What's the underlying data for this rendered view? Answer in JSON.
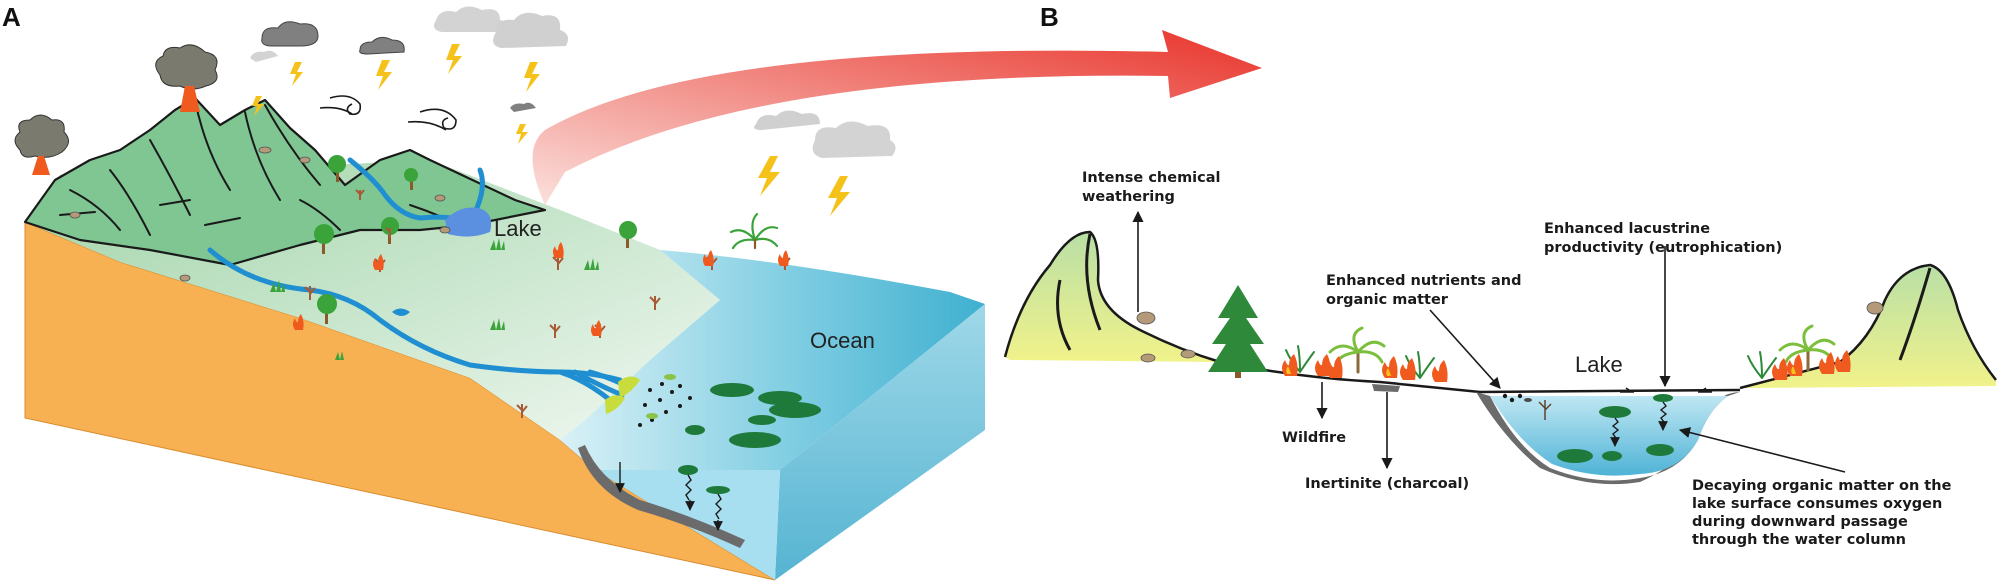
{
  "panels": {
    "a": {
      "letter": "A",
      "lake_label": "Lake",
      "ocean_label": "Ocean"
    },
    "b": {
      "letter": "B",
      "lake_label": "Lake",
      "weathering": [
        "Intense chemical",
        "weathering"
      ],
      "nutrients": [
        "Enhanced nutrients and",
        "organic matter"
      ],
      "productivity": [
        "Enhanced lacustrine",
        "productivity (eutrophication)"
      ],
      "wildfire": "Wildfire",
      "inertinite": "Inertinite (charcoal)",
      "decaying": [
        "Decaying organic matter on the",
        "lake surface consumes oxygen",
        "during downward passage",
        "through the water column"
      ]
    }
  },
  "colors": {
    "land_side": "#f7b153",
    "mountain": "#7fc693",
    "plain_light": "#d6ecd9",
    "ocean": "#5bbdd8",
    "river": "#1f8fd1",
    "lake_a": "#5b8fe0",
    "arrow": "#e8332a",
    "algae": "#1e7a3a",
    "sediment": "#6b6b6b",
    "hill_yellow": "#e3ec8a",
    "fire": "#f05a1e"
  }
}
